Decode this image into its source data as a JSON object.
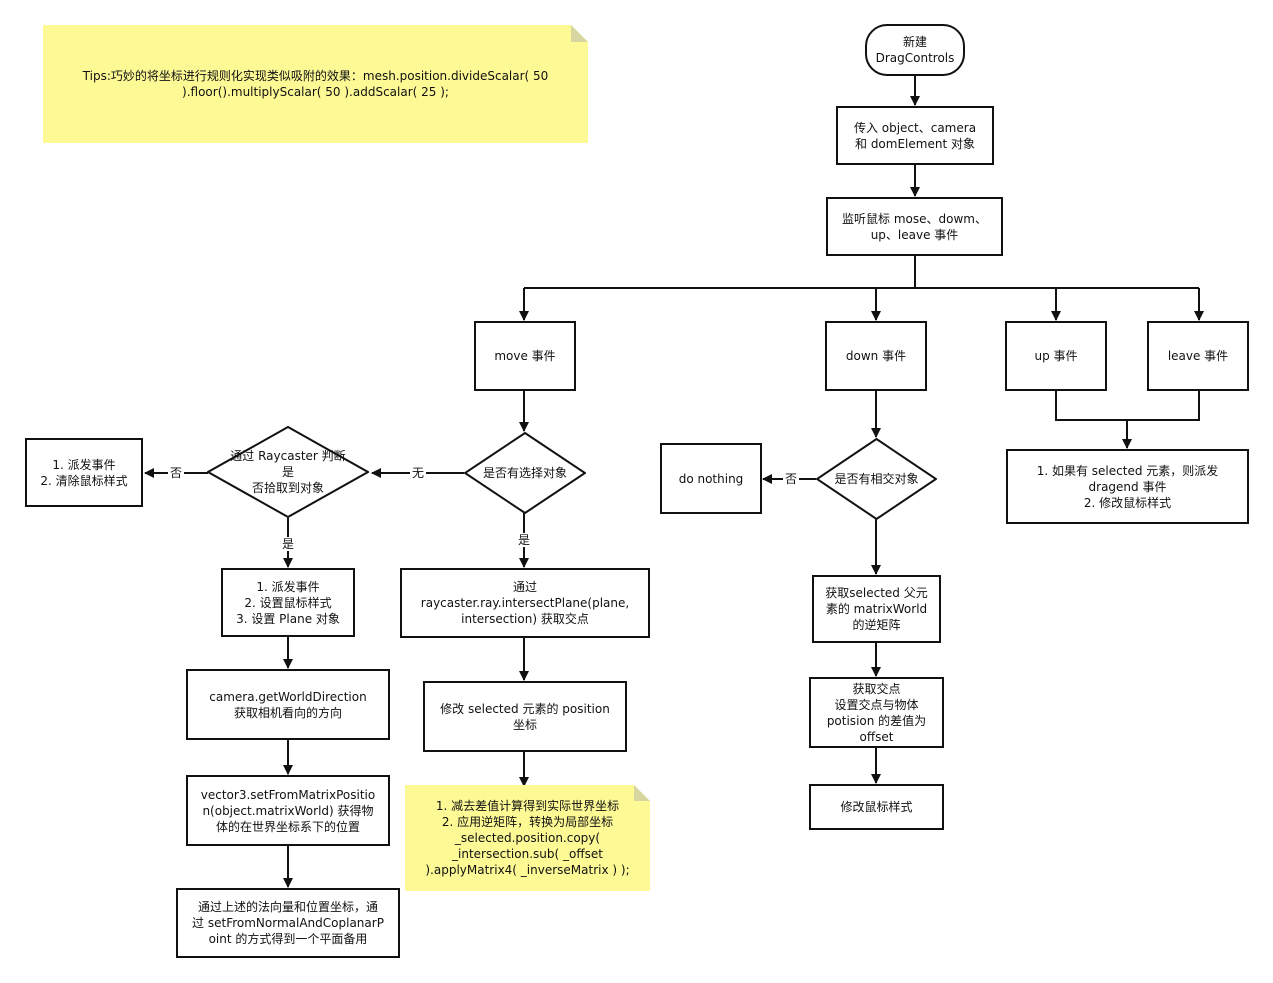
{
  "colors": {
    "stroke": "#111111",
    "note_fill": "#fdfa96",
    "note_fold": "#d8d6a0"
  },
  "tips_note": "Tips:巧妙的将坐标进行规则化实现类似吸附的效果：mesh.position.divideScalar( 50\n).floor().multiplyScalar( 50 ).addScalar( 25 );",
  "nodes": {
    "start": "新建\nDragControls",
    "pass_objects": "传入 object、camera\n和 domElement 对象",
    "listen_mouse": "监听鼠标 mose、dowm、\nup、leave 事件",
    "move_event": "move 事件",
    "down_event": "down 事件",
    "up_event": "up 事件",
    "leave_event": "leave 事件",
    "move_decision": "是否有选择对象",
    "raycaster_decision": "通过 Raycaster 判断是\n否拾取到对象",
    "dispatch_clear": "1. 派发事件\n2. 清除鼠标样式",
    "dispatch_set_plane": "1. 派发事件\n2. 设置鼠标样式\n3. 设置 Plane 对象",
    "camera_direction": "camera.getWorldDirection\n获取相机看向的方向",
    "vector_position": "vector3.setFromMatrixPositio\nn(object.matrixWorld) 获得物\n体的在世界坐标系下的位置",
    "plane_create": "通过上述的法向量和位置坐标，通\n过 setFromNormalAndCoplanarP\noint 的方式得到一个平面备用",
    "intersect_plane": "通过\nraycaster.ray.intersectPlane(plane,\nintersection) 获取交点",
    "modify_position": "修改 selected 元素的 position\n坐标",
    "down_decision": "是否有相交对象",
    "do_nothing": "do nothing",
    "get_inverse": "获取selected 父元\n素的 matrixWorld\n的逆矩阵",
    "get_offset": "获取交点\n设置交点与物体\npotision 的差值为\noffset",
    "modify_cursor": "修改鼠标样式",
    "up_leave_action": "1. 如果有 selected 元素，则派发\ndragend 事件\n2. 修改鼠标样式"
  },
  "notes": {
    "offset_note": "1. 减去差值计算得到实际世界坐标\n2. 应用逆矩阵，转换为局部坐标\n_selected.position.copy(\n_intersection.sub( _offset\n).applyMatrix4( _inverseMatrix ) );"
  },
  "edge_labels": {
    "no": "否",
    "none": "无",
    "yes": "是"
  }
}
